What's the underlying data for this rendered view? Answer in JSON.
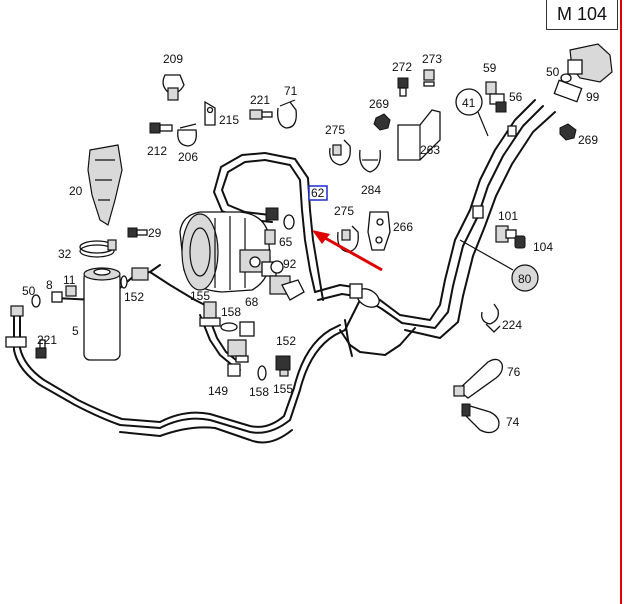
{
  "diagram_code": "M 104",
  "highlighted_label": "62",
  "circled_labels": [
    "41",
    "80"
  ],
  "labels": [
    "209",
    "215",
    "221",
    "71",
    "212",
    "206",
    "20",
    "29",
    "32",
    "275",
    "284",
    "272",
    "273",
    "59",
    "56",
    "50",
    "99",
    "269",
    "263",
    "269",
    "101",
    "104",
    "62",
    "65",
    "92",
    "275",
    "266",
    "155",
    "158",
    "68",
    "152",
    "11",
    "8",
    "50",
    "221",
    "5",
    "149",
    "158",
    "155",
    "152",
    "224",
    "76",
    "74"
  ],
  "colors": {
    "accent": "#e00000",
    "highlight_border": "#1a2fd0"
  }
}
